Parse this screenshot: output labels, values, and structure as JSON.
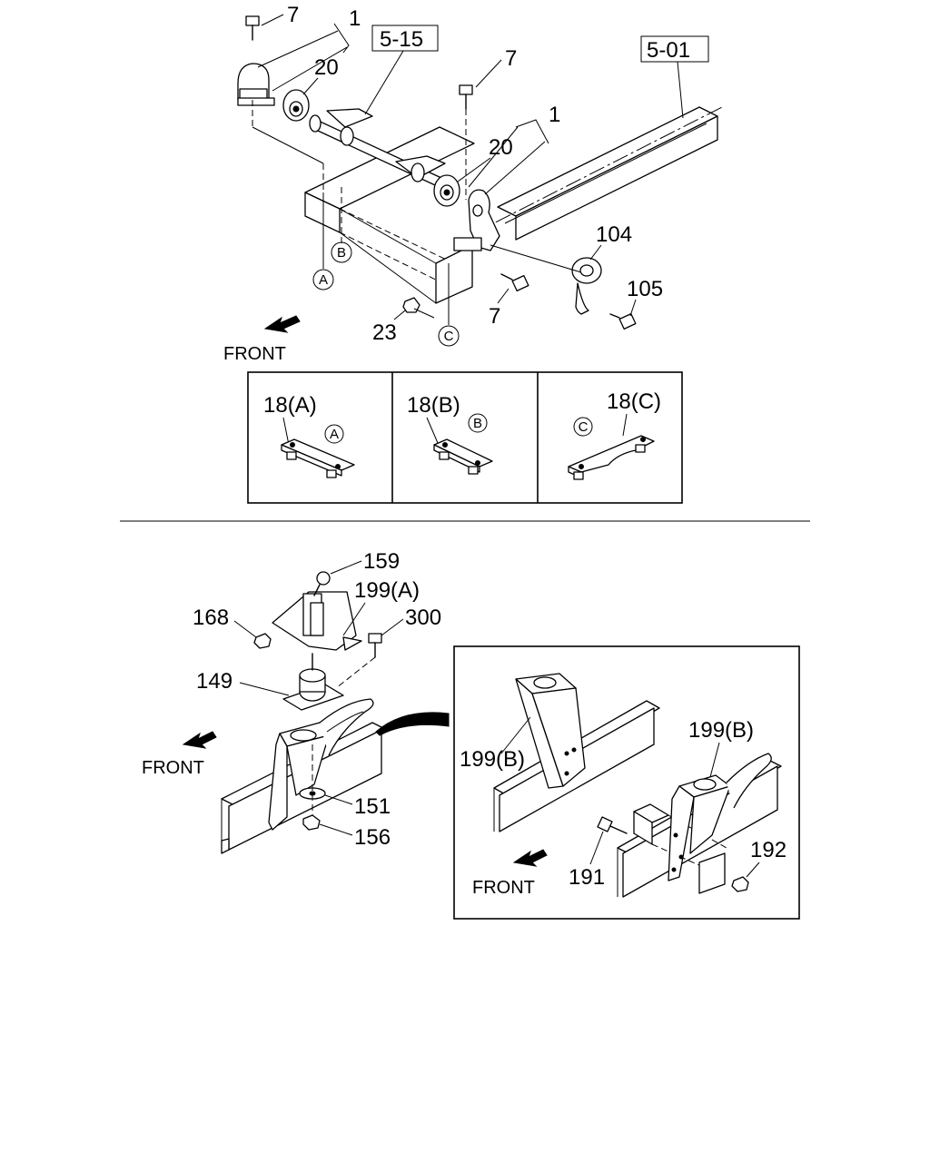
{
  "top_diagram": {
    "ref_boxes": [
      "5-15",
      "5-01"
    ],
    "callouts": {
      "bolt_top_left": "7",
      "bracket_left": "1",
      "bushing_left": "20",
      "bolt_top_mid": "7",
      "bracket_right": "1",
      "bushing_right": "20",
      "stopper": "104",
      "stopper_bolt": "105",
      "nut": "23",
      "bolt_lower": "7"
    },
    "points": [
      "A",
      "B",
      "C"
    ],
    "front_label": "FRONT"
  },
  "detail_boxes": [
    {
      "label": "18(A)",
      "point": "A"
    },
    {
      "label": "18(B)",
      "point": "B"
    },
    {
      "label": "18(C)",
      "point": "C"
    }
  ],
  "bottom_diagram": {
    "callouts": {
      "bolt_top": "159",
      "bracket": "199(A)",
      "nut_left": "168",
      "bolt_right": "300",
      "mount": "149",
      "washer": "151",
      "nut_bottom": "156"
    },
    "front_label": "FRONT"
  },
  "inset": {
    "callouts": {
      "bracket_left": "199(B)",
      "bracket_right": "199(B)",
      "bolt": "191",
      "nut": "192"
    },
    "front_label": "FRONT"
  }
}
